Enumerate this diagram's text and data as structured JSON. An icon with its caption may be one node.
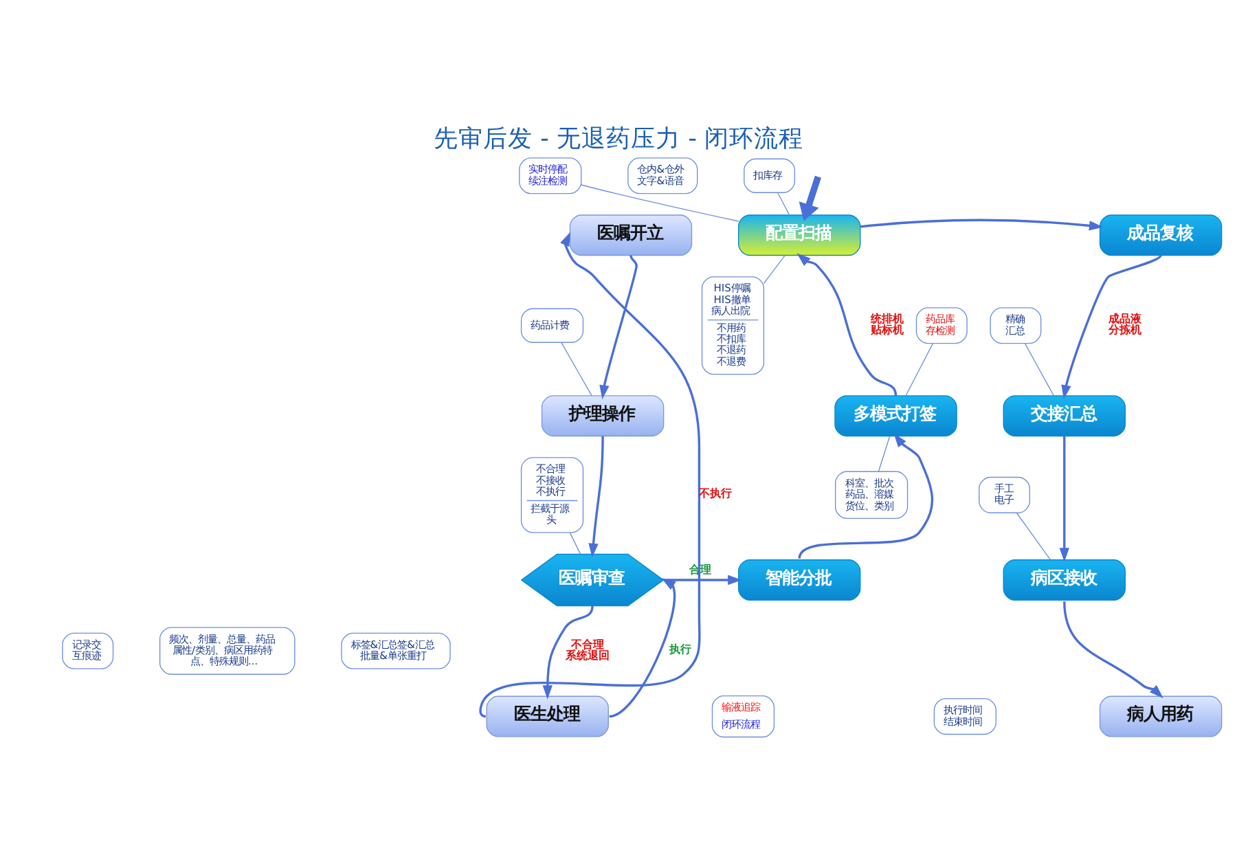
{
  "diagram": {
    "title": "先审后发 - 无退药压力 - 闭环流程",
    "nodes": [
      {
        "text": [
          "医嘱开立"
        ]
      },
      {
        "text": [
          "护理操作"
        ]
      },
      {
        "text": [
          "医嘱审查"
        ]
      },
      {
        "text": [
          "医生处理"
        ]
      },
      {
        "text": [
          "智能分批"
        ]
      },
      {
        "text": [
          "多模式打签"
        ]
      },
      {
        "text": [
          "配置扫描"
        ]
      },
      {
        "text": [
          "成品复核"
        ]
      },
      {
        "text": [
          "交接汇总"
        ]
      },
      {
        "text": [
          "病区接收"
        ]
      },
      {
        "text": [
          "病人用药"
        ]
      },
      {
        "text": [
          "实时停配续注检测"
        ]
      },
      {
        "text": [
          "仓内&仓外文字&语音"
        ]
      },
      {
        "text": [
          "扣库存"
        ]
      },
      {
        "text": [
          "药品计费"
        ]
      },
      {
        "text": [
          "不合理不接收不执行",
          "拦截于源头"
        ]
      },
      {
        "text": [
          "药品库存检测"
        ]
      },
      {
        "text": [
          "HIS停嘱HIS撤单病人出院",
          "不用药不扣库不退药不退费"
        ]
      },
      {
        "text": [
          "科室、批次药品、溶媒货位、类别"
        ]
      },
      {
        "text": [
          "标签&汇总签&汇总批量&单张重打"
        ]
      },
      {
        "text": [
          "频次、剂量、总量、药品属性/类别、病区用药特点、特殊规则..."
        ]
      },
      {
        "text": [
          "记录交互痕迹"
        ]
      },
      {
        "text": [
          "精确汇总"
        ]
      },
      {
        "text": [
          "手工电子"
        ]
      },
      {
        "text": [
          "输液追踪",
          "闭环流程"
        ]
      },
      {
        "text": [
          "执行时间结束时间"
        ]
      }
    ],
    "edges": [
      {
        "from": 0,
        "to": 1,
        "arrow": "to"
      },
      {
        "from": 1,
        "to": 2,
        "arrow": "to"
      },
      {
        "from": 2,
        "to": 3,
        "arrow": "to",
        "label": "不合理系统退回"
      },
      {
        "from": 3,
        "to": 2,
        "arrow": "to",
        "label": "执行"
      },
      {
        "from": 3,
        "to": 0,
        "arrow": "to",
        "label": "不执行"
      },
      {
        "from": 2,
        "to": 4,
        "arrow": "to",
        "label": "合理"
      },
      {
        "from": 4,
        "to": 5,
        "arrow": "to"
      },
      {
        "from": 5,
        "to": 6,
        "arrow": "to",
        "label": "统排机贴标机"
      },
      {
        "from": 6,
        "to": 7,
        "arrow": "to"
      },
      {
        "from": 7,
        "to": 8,
        "arrow": "to",
        "label": "成品液分拣机"
      },
      {
        "from": 8,
        "to": 9,
        "arrow": "to"
      },
      {
        "from": 9,
        "to": 10,
        "arrow": "to"
      },
      {
        "from": null,
        "to": 6,
        "arrow": "to",
        "style": "thick"
      },
      {
        "from": 11,
        "to": 6,
        "arrow": "none"
      },
      {
        "from": 13,
        "to": 6,
        "arrow": "none"
      },
      {
        "from": 14,
        "to": 1,
        "arrow": "none"
      },
      {
        "from": 15,
        "to": 2,
        "arrow": "none"
      },
      {
        "from": 16,
        "to": 5,
        "arrow": "none"
      },
      {
        "from": 17,
        "to": 6,
        "arrow": "none"
      },
      {
        "from": 18,
        "to": 5,
        "arrow": "none"
      },
      {
        "from": 22,
        "to": 8,
        "arrow": "none"
      },
      {
        "from": 23,
        "to": 9,
        "arrow": "none"
      }
    ]
  }
}
